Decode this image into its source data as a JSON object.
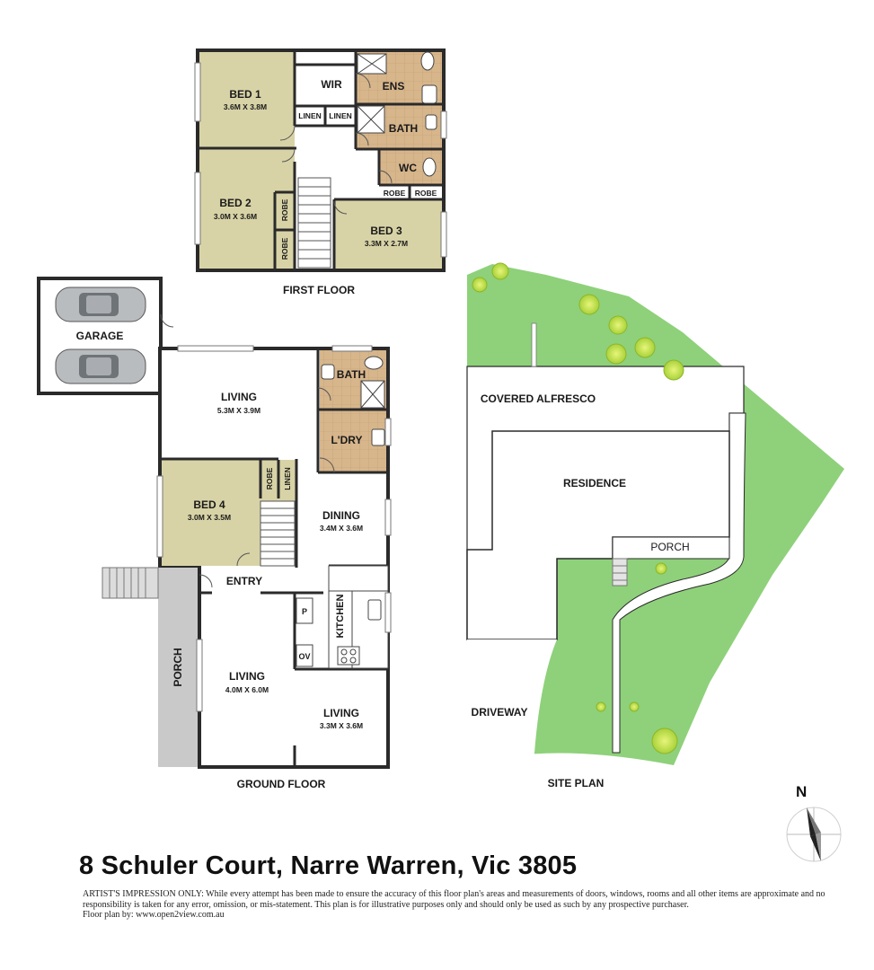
{
  "floor_labels": {
    "first": "FIRST FLOOR",
    "ground": "GROUND FLOOR",
    "site": "SITE PLAN"
  },
  "first_floor": {
    "bed1": {
      "name": "BED 1",
      "dim": "3.6M X 3.8M"
    },
    "bed2": {
      "name": "BED 2",
      "dim": "3.0M X 3.6M"
    },
    "bed3": {
      "name": "BED 3",
      "dim": "3.3M X 2.7M"
    },
    "wir": "WIR",
    "ens": "ENS",
    "bath": "BATH",
    "wc": "WC",
    "linen1": "LINEN",
    "linen2": "LINEN",
    "robe1": "ROBE",
    "robe2": "ROBE",
    "robe_v1": "ROBE",
    "robe_v2": "ROBE"
  },
  "ground_floor": {
    "garage": "GARAGE",
    "living1": {
      "name": "LIVING",
      "dim": "5.3M X 3.9M"
    },
    "bath": "BATH",
    "ldry": "L'DRY",
    "bed4": {
      "name": "BED 4",
      "dim": "3.0M X 3.5M"
    },
    "robe": "ROBE",
    "linen": "LINEN",
    "dining": {
      "name": "DINING",
      "dim": "3.4M X 3.6M"
    },
    "entry": "ENTRY",
    "kitchen": "KITCHEN",
    "pantry": "P",
    "oven": "OV",
    "porch": "PORCH",
    "living2": {
      "name": "LIVING",
      "dim": "4.0M X 6.0M"
    },
    "living3": {
      "name": "LIVING",
      "dim": "3.3M X 3.6M"
    }
  },
  "site_plan": {
    "alfresco": "COVERED ALFRESCO",
    "residence": "RESIDENCE",
    "porch": "PORCH",
    "driveway": "DRIVEWAY"
  },
  "compass": {
    "north": "N"
  },
  "address": "8 Schuler Court, Narre Warren, Vic 3805",
  "disclaimer": {
    "lead": "ARTIST'S IMPRESSION ONLY:",
    "body": " While every attempt has been made to ensure the accuracy of this floor plan's areas and measurements of doors, windows, rooms and all other items are approximate and no responsibility is taken for any error, omission, or mis-statement. This plan is for illustrative purposes only and should only be used as such by any prospective purchaser.",
    "credit": "Floor plan by: www.open2view.com.au"
  },
  "colors": {
    "bedroom": "#d8d3a6",
    "wet_area": "#d6b58a",
    "wall": "#2a2a2a",
    "lawn": "#8ed17a",
    "porch_grey": "#c9c9c9",
    "tree": "#c9e84a"
  }
}
